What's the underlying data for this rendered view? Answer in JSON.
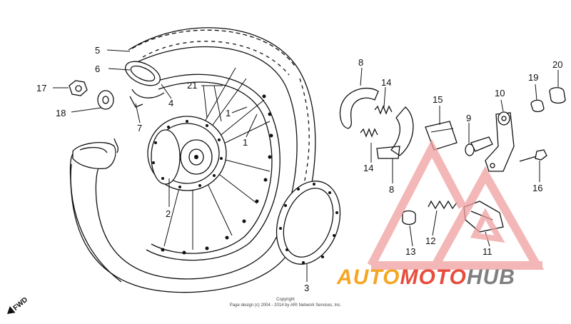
{
  "diagram": {
    "part_numbers": {
      "p1a": "1",
      "p1b": "1",
      "p2": "2",
      "p3": "3",
      "p4": "4",
      "p5": "5",
      "p6": "6",
      "p7": "7",
      "p8a": "8",
      "p8b": "8",
      "p9": "9",
      "p10": "10",
      "p11": "11",
      "p12": "12",
      "p13": "13",
      "p14a": "14",
      "p14b": "14",
      "p15": "15",
      "p16": "16",
      "p17": "17",
      "p18": "18",
      "p19": "19",
      "p20": "20",
      "p21": "21"
    },
    "direction_label": "FWD",
    "copyright_title": "Copyright",
    "copyright_text": "Page design (c) 2004 - 2014 by ARI Network Services, Inc."
  },
  "watermark": {
    "part1": "AUTO",
    "part2": "MOTO",
    "part3": "HUB",
    "color_orange": "#f5a623",
    "color_red": "#e84c3d",
    "color_gray": "#7f7f7f",
    "triangle_color": "#f0a0a0"
  }
}
